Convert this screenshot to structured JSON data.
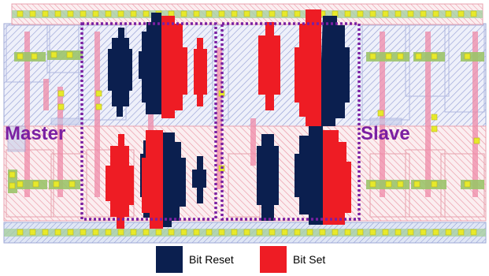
{
  "regions": {
    "master": "Master",
    "slave": "Slave"
  },
  "legend": {
    "items": [
      {
        "label": "Bit Reset",
        "color": "#0b1f4f"
      },
      {
        "label": "Bit Set",
        "color": "#ee1c24"
      }
    ]
  },
  "colors": {
    "bit_reset": "#0b1f4f",
    "bit_set": "#ee1c24",
    "region_box": "#7a1fa2",
    "region_label": "#7a1fa2",
    "n_well": "#e9a3b0",
    "p_well": "#9fa9d6",
    "diffusion": "#9cc46a",
    "contact": "#e7e92b",
    "poly": "#ef8aa8",
    "metal": "#b9c5e8"
  }
}
